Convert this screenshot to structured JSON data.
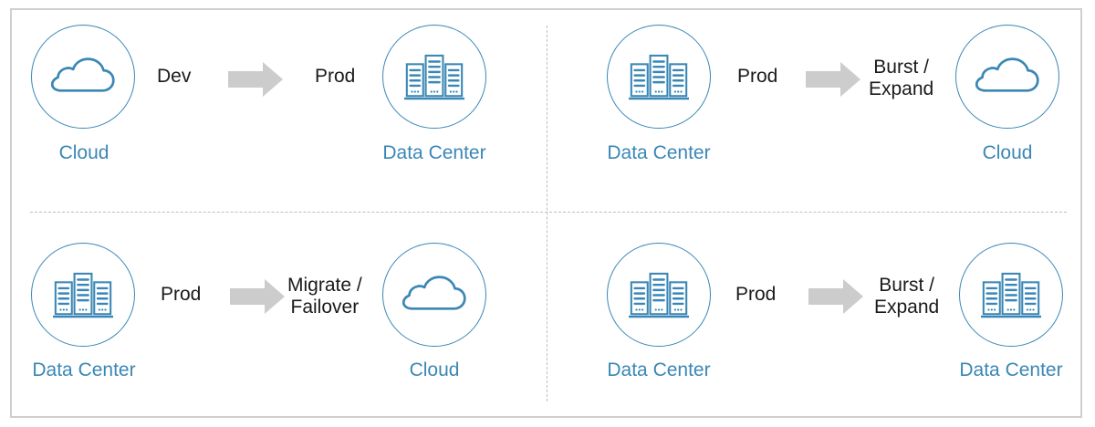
{
  "colors": {
    "accent": "#3a87b5",
    "arrow": "#cccccc",
    "text": "#1a1a1a",
    "divider": "#bdbdbd"
  },
  "panels": [
    {
      "source": {
        "icon": "cloud-icon",
        "label": "Cloud"
      },
      "source_tag": "Dev",
      "target_tag": [
        "Prod"
      ],
      "target": {
        "icon": "data-center-icon",
        "label": "Data Center"
      }
    },
    {
      "source": {
        "icon": "data-center-icon",
        "label": "Data Center"
      },
      "source_tag": "Prod",
      "target_tag": [
        "Burst /",
        "Expand"
      ],
      "target": {
        "icon": "cloud-icon",
        "label": "Cloud"
      }
    },
    {
      "source": {
        "icon": "data-center-icon",
        "label": "Data Center"
      },
      "source_tag": "Prod",
      "target_tag": [
        "Migrate /",
        "Failover"
      ],
      "target": {
        "icon": "cloud-icon",
        "label": "Cloud"
      }
    },
    {
      "source": {
        "icon": "data-center-icon",
        "label": "Data Center"
      },
      "source_tag": "Prod",
      "target_tag": [
        "Burst /",
        "Expand"
      ],
      "target": {
        "icon": "data-center-icon",
        "label": "Data Center"
      }
    }
  ]
}
